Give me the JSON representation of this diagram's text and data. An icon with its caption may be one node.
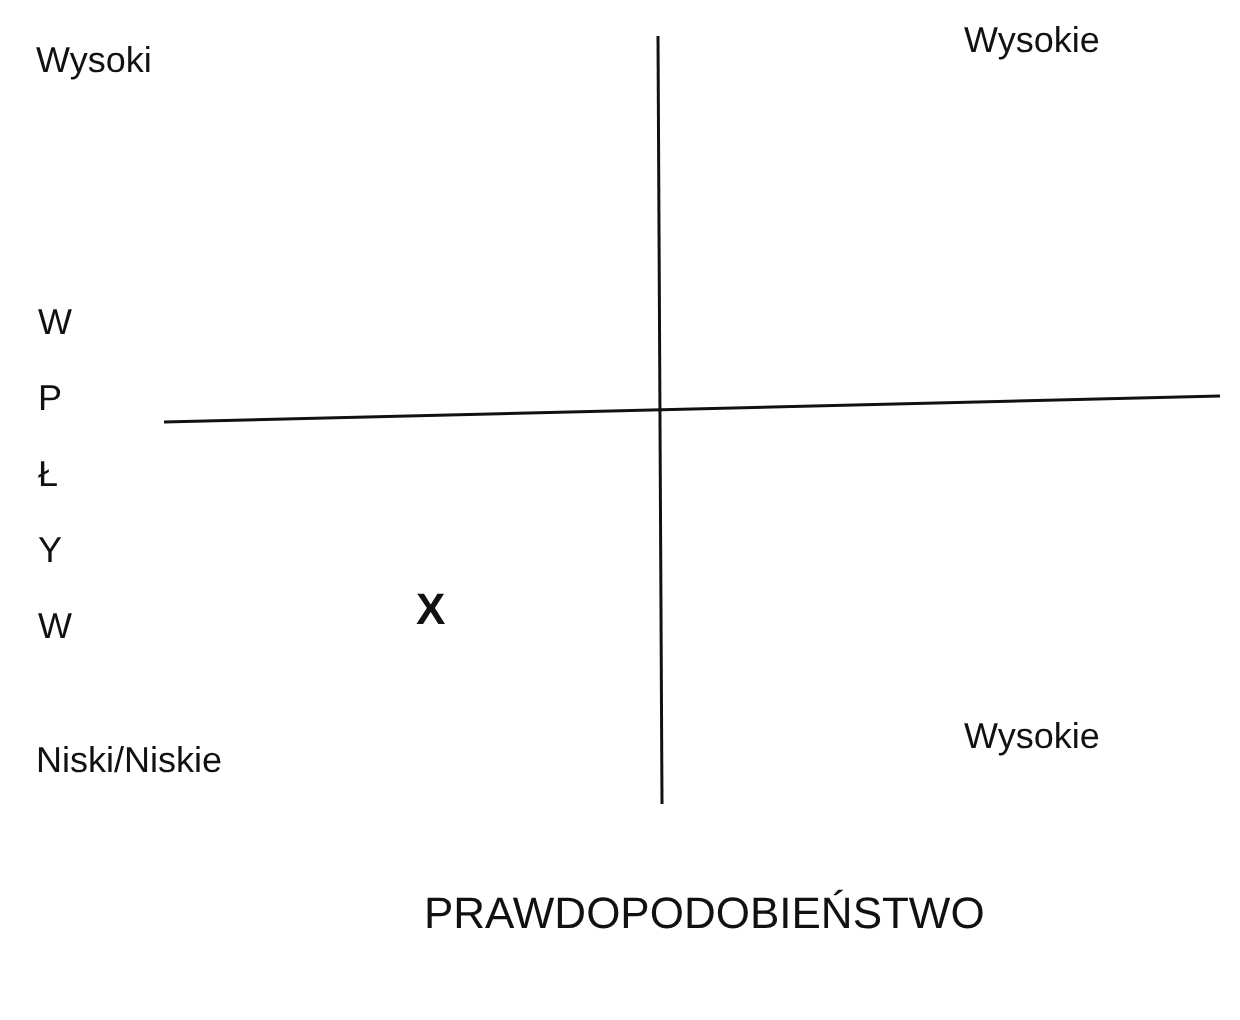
{
  "diagram": {
    "labels": [
      "Wysoki",
      "Wysokie",
      "WPŁYW",
      "X",
      "Niski/Niskie",
      "Wysokie",
      "PRAWDOPODOBIEŃSTWO"
    ]
  }
}
